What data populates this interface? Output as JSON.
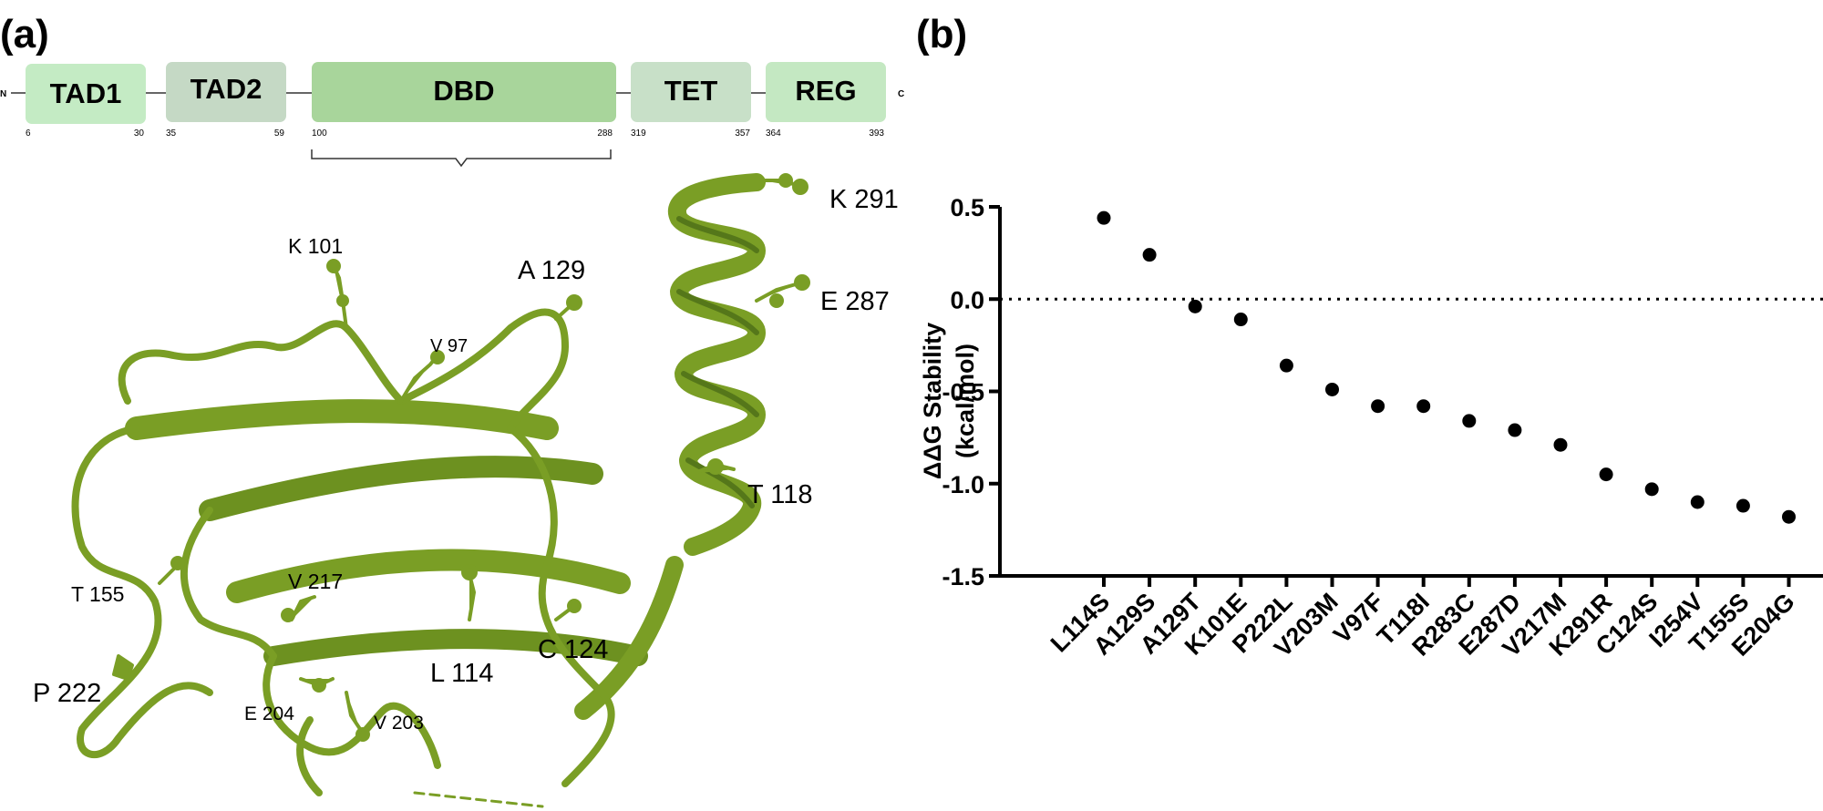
{
  "panels": {
    "a": "(a)",
    "b": "(b)"
  },
  "termini": {
    "n": "N",
    "c": "C"
  },
  "domains": [
    {
      "name": "TAD1",
      "start": "6",
      "end": "30",
      "color": "#c4ebc4"
    },
    {
      "name": "TAD2",
      "start": "35",
      "end": "59",
      "color": "#c5d9c5"
    },
    {
      "name": "DBD",
      "start": "100",
      "end": "288",
      "color": "#a8d59b"
    },
    {
      "name": "TET",
      "start": "319",
      "end": "357",
      "color": "#c8e0c8"
    },
    {
      "name": "REG",
      "start": "364",
      "end": "393",
      "color": "#c4e8c2"
    }
  ],
  "structure": {
    "color": "#7a9e25",
    "dark_color": "#55771a",
    "residues": [
      "K 291",
      "E 287",
      "A 129",
      "K 101",
      "V 97",
      "T 118",
      "T 155",
      "V 217",
      "C 124",
      "L 114",
      "P 222",
      "E 204",
      "V 203"
    ]
  },
  "chart_data": {
    "type": "scatter",
    "ylabel_line1": "ΔΔG Stability",
    "ylabel_line2": "(kcal/mol)",
    "categories": [
      "L114S",
      "A129S",
      "A129T",
      "K101E",
      "P222L",
      "V203M",
      "V97F",
      "T118I",
      "R283C",
      "E287D",
      "V217M",
      "K291R",
      "C124S",
      "I254V",
      "T155S",
      "E204G"
    ],
    "values": [
      0.44,
      0.24,
      -0.04,
      -0.11,
      -0.36,
      -0.49,
      -0.58,
      -0.58,
      -0.66,
      -0.71,
      -0.79,
      -0.95,
      -1.03,
      -1.1,
      -1.12,
      -1.18
    ],
    "ylim": [
      -1.5,
      0.5
    ],
    "yticks": [
      "0.5",
      "0.0",
      "-0.5",
      "-1.0",
      "-1.5"
    ],
    "reference_line": 0.0,
    "marker_color": "#000000"
  }
}
